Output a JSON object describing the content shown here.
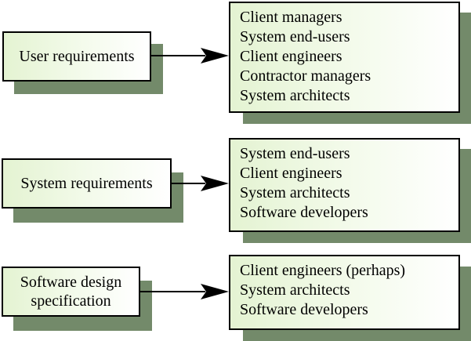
{
  "rows": [
    {
      "source": {
        "lines": [
          "User requirements"
        ]
      },
      "readers": [
        "Client managers",
        "System end-users",
        "Client engineers",
        "Contractor managers",
        "System architects"
      ]
    },
    {
      "source": {
        "lines": [
          "System requirements"
        ]
      },
      "readers": [
        "System end-users",
        "Client engineers",
        "System architects",
        "Software developers"
      ]
    },
    {
      "source": {
        "lines": [
          "Software design",
          "specification"
        ]
      },
      "readers": [
        "Client engineers (perhaps)",
        "System architects",
        "Software developers"
      ]
    }
  ],
  "colors": {
    "box_fill": "#e4f3d2",
    "shadow": "#738a6a",
    "outline": "#000000"
  }
}
